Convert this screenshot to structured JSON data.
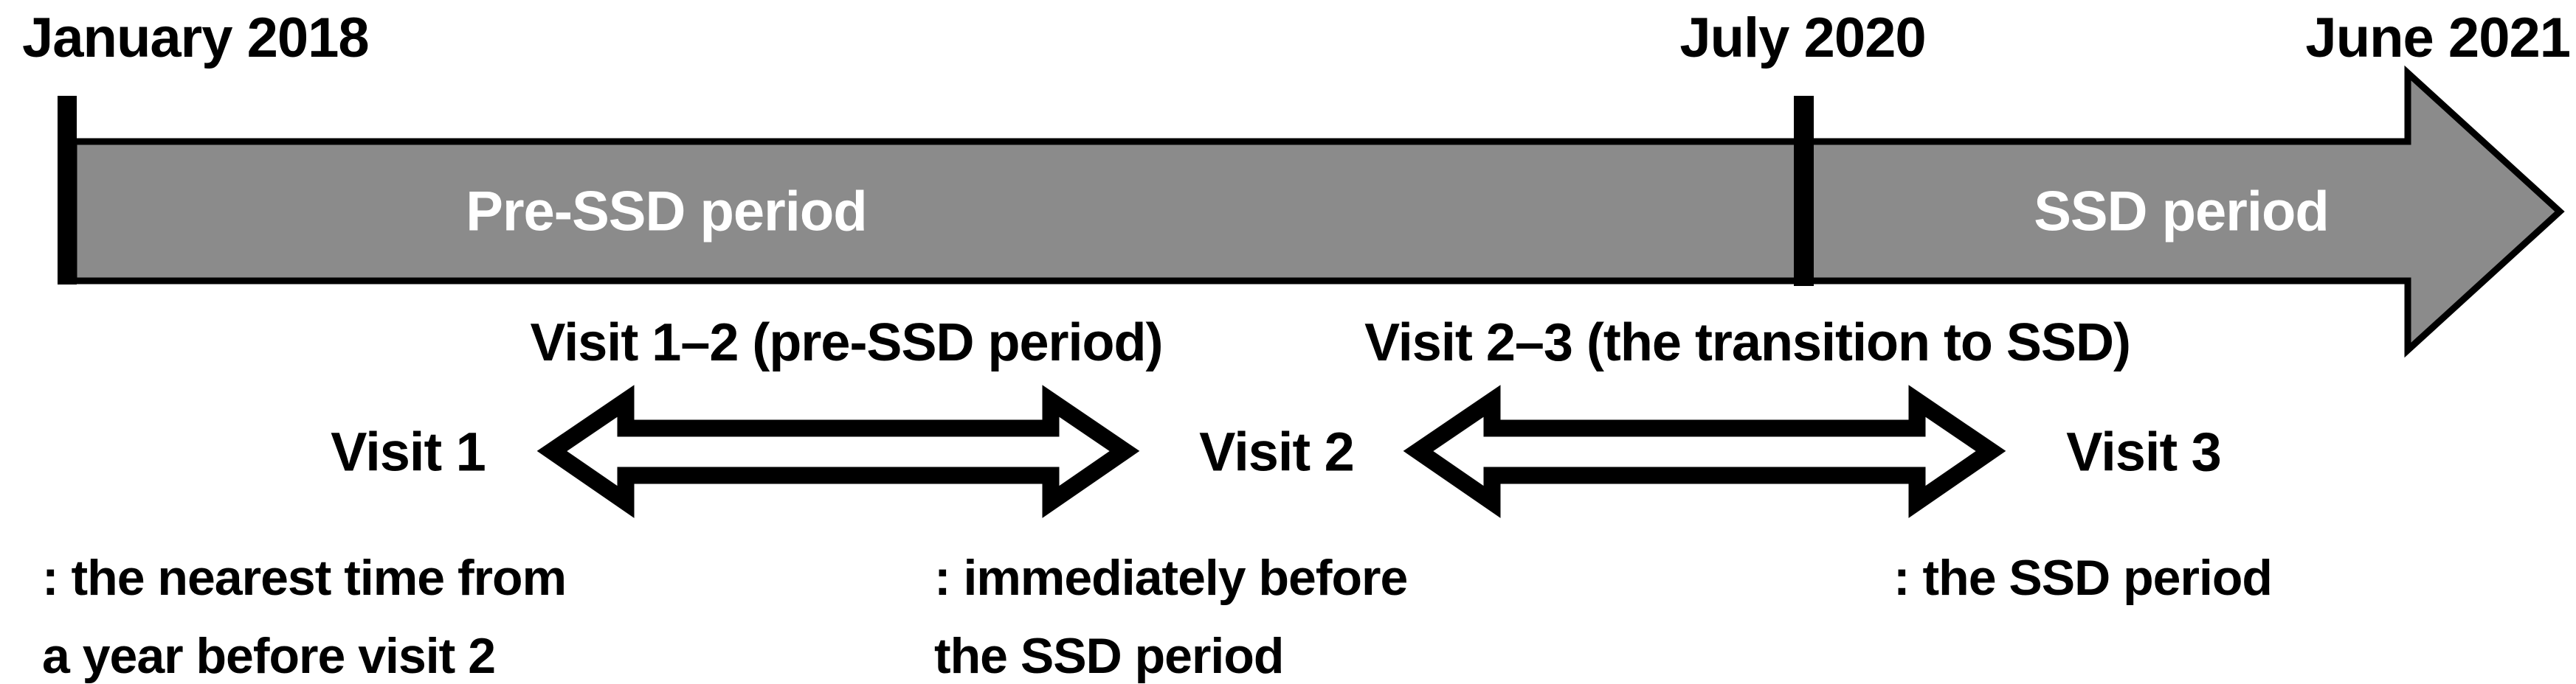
{
  "diagram": {
    "dates": {
      "start": "January 2018",
      "transition": "July 2020",
      "end": "June 2021"
    },
    "periods": {
      "pre_ssd": "Pre-SSD period",
      "ssd": "SSD period"
    },
    "interval_labels": {
      "visit_1_2": "Visit 1–2 (pre-SSD period)",
      "visit_2_3": "Visit 2–3 (the transition to SSD)"
    },
    "visits": {
      "visit_1": "Visit 1",
      "visit_2": "Visit 2",
      "visit_3": "Visit 3"
    },
    "definitions": {
      "visit_1_line_1": ": the nearest time from",
      "visit_1_line_2": "a year before visit 2",
      "visit_2_line_1": ": immediately before",
      "visit_2_line_2": "the SSD period",
      "visit_3_line_1": ": the SSD period"
    },
    "colors": {
      "timeline_fill": "#8b8b8b",
      "outline": "#000000",
      "period_text": "#ffffff",
      "label_text": "#000000",
      "background": "#ffffff"
    }
  }
}
